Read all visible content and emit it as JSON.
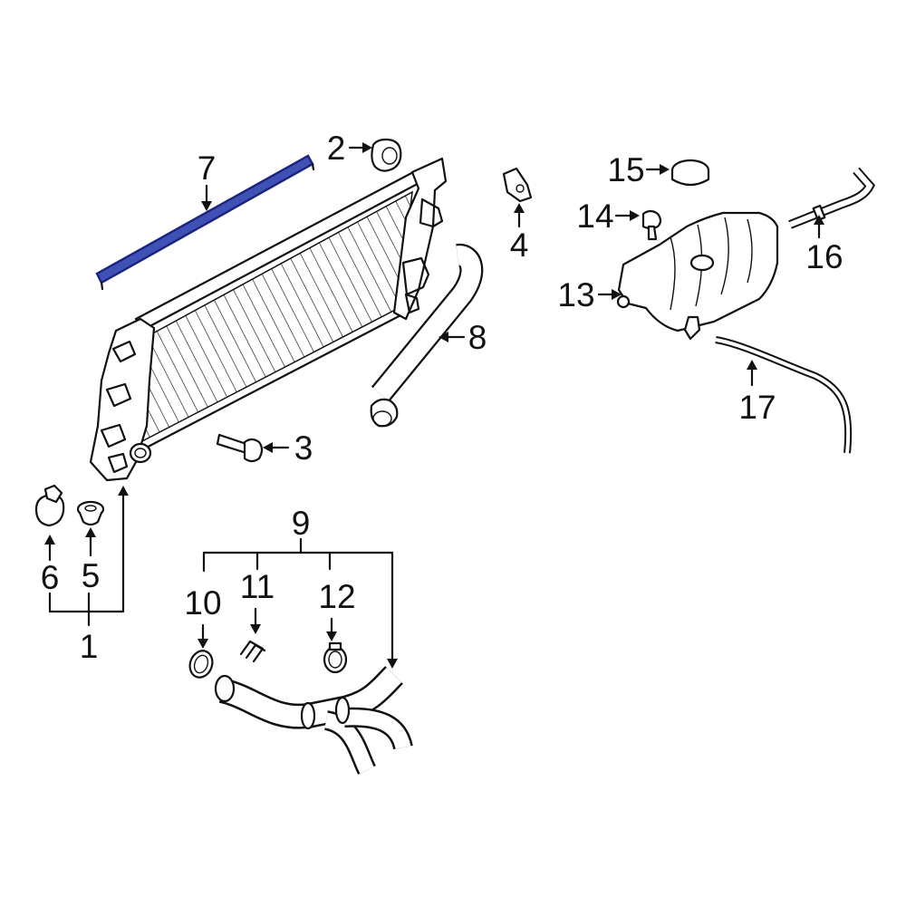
{
  "diagram": {
    "highlight_color": "#3f51b5",
    "line_color": "#111111",
    "background": "#ffffff",
    "callouts": {
      "c1": "1",
      "c2": "2",
      "c3": "3",
      "c4": "4",
      "c5": "5",
      "c6": "6",
      "c7": "7",
      "c8": "8",
      "c9": "9",
      "c10": "10",
      "c11": "11",
      "c12": "12",
      "c13": "13",
      "c14": "14",
      "c15": "15",
      "c16": "16",
      "c17": "17"
    },
    "highlighted_part": "7"
  }
}
